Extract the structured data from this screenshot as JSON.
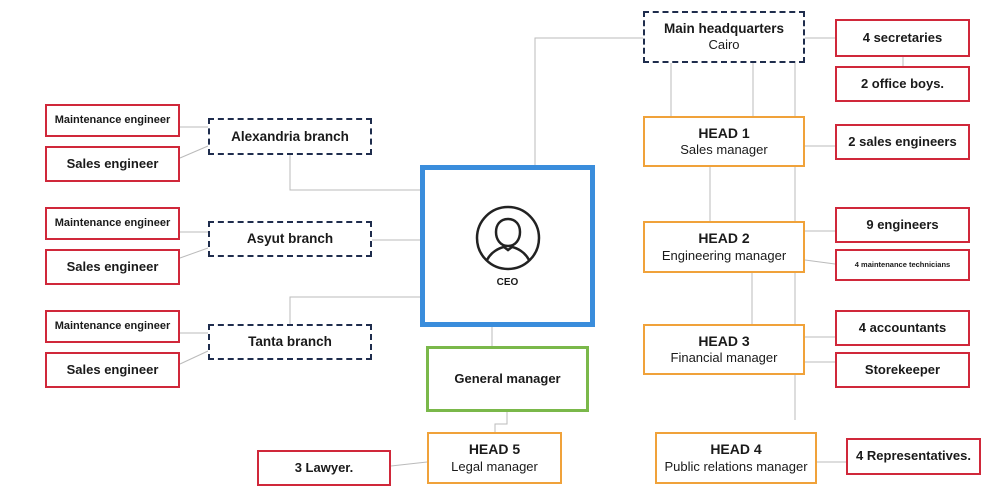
{
  "chart": {
    "ceo": {
      "label": "CEO"
    },
    "general_manager": {
      "label": "General manager"
    },
    "headquarters": {
      "title": "Main headquarters",
      "subtitle": "Cairo"
    },
    "branches": [
      {
        "name": "Alexandria branch",
        "maintenance": "Maintenance engineer",
        "sales": "Sales engineer"
      },
      {
        "name": "Asyut branch",
        "maintenance": "Maintenance engineer",
        "sales": "Sales engineer"
      },
      {
        "name": "Tanta branch",
        "maintenance": "Maintenance engineer",
        "sales": "Sales engineer"
      }
    ],
    "heads": [
      {
        "title": "HEAD 1",
        "role": "Sales manager",
        "staff": [
          "2 sales engineers"
        ]
      },
      {
        "title": "HEAD 2",
        "role": "Engineering manager",
        "staff": [
          "9 engineers",
          "4 maintenance technicians"
        ]
      },
      {
        "title": "HEAD 3",
        "role": "Financial manager",
        "staff": [
          "4 accountants",
          "Storekeeper"
        ]
      },
      {
        "title": "HEAD 4",
        "role": "Public relations manager",
        "staff": [
          "4 Representatives."
        ]
      },
      {
        "title": "HEAD 5",
        "role": "Legal manager",
        "staff": [
          "3 Lawyer."
        ]
      }
    ],
    "hq_staff": [
      "4 secretaries",
      "2 office boys."
    ]
  },
  "colors": {
    "staff_border": "#d0283a",
    "branch_border": "#1f2d4d",
    "head_border": "#f0a23a",
    "general_manager_border": "#7ab84a",
    "ceo_border": "#3a8ddc",
    "connector": "#bbbbbb"
  },
  "icons": {
    "ceo": "person-silhouette-icon"
  }
}
